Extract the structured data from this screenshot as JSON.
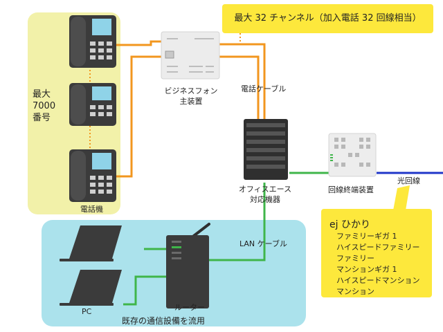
{
  "labels": {
    "number_note": [
      "最大",
      "7000",
      "番号"
    ],
    "phones": "電話機",
    "main_unit": [
      "ビジネスフォン",
      "主装置"
    ],
    "phone_cable": "電話ケーブル",
    "channels": "最大 32 チャンネル（加入電話 32 回線相当）",
    "office_ace": [
      "オフィスエース",
      "対応機器"
    ],
    "onu": "回線終端装置",
    "fiber": "光回線",
    "lan_cable": "LAN ケーブル",
    "router": "ルーター",
    "pc": "PC",
    "reuse": "既存の通信設備を流用"
  },
  "services": {
    "title": "ej ひかり",
    "items": [
      "ファミリーギガ 1",
      "ハイスピードファミリー",
      "ファミリー",
      "マンションギガ 1",
      "ハイスピードマンション",
      "マンション"
    ]
  },
  "colors": {
    "phone_zone": "#f2f1a9",
    "lan_zone": "#abe2ec",
    "callout": "#fde83c",
    "phone_line": "#f2961e",
    "lan_line": "#3fb54a",
    "fiber_line": "#1f35c8",
    "device_dark": "#3b3b3b",
    "screen": "#8fd3e8"
  },
  "icons": [
    "desk-phone-icon",
    "main-unit-icon",
    "office-ace-device-icon",
    "onu-icon",
    "router-icon",
    "laptop-icon"
  ]
}
